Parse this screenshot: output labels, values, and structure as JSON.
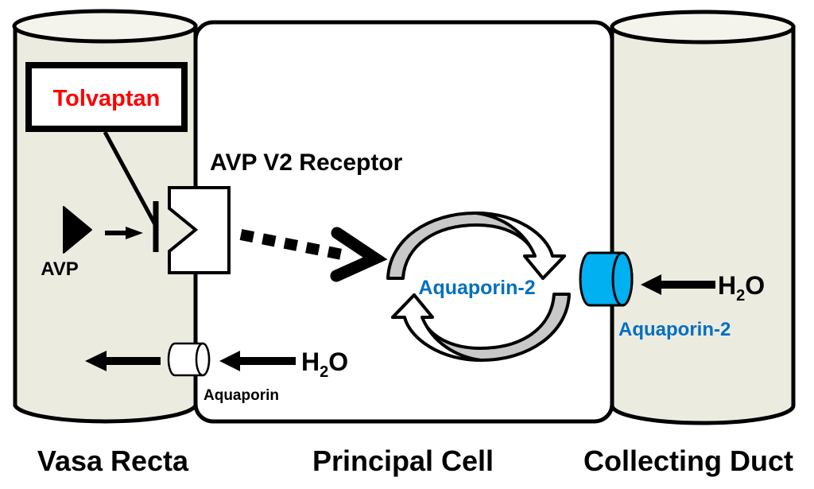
{
  "labels": {
    "drug": "Tolvaptan",
    "receptor": "AVP V2 Receptor",
    "hormone": "AVP",
    "cycle_protein": "Aquaporin-2",
    "duct_channel": "Aquaporin-2",
    "basal_channel": "Aquaporin",
    "water_left_H": "H",
    "water_left_sub": "2",
    "water_left_O": "O",
    "water_right_H": "H",
    "water_right_sub": "2",
    "water_right_O": "O"
  },
  "compartments": {
    "left": "Vasa Recta",
    "middle": "Principal Cell",
    "right": "Collecting Duct"
  },
  "colors": {
    "tube_fill": "#ecebe0",
    "tube_top": "#f4f3ec",
    "drug_text": "#ff0000",
    "aquaporin2_text": "#0070c0",
    "aquaporin2_fill": "#00b0f0",
    "cycle_fill": "#c8c8c8"
  }
}
